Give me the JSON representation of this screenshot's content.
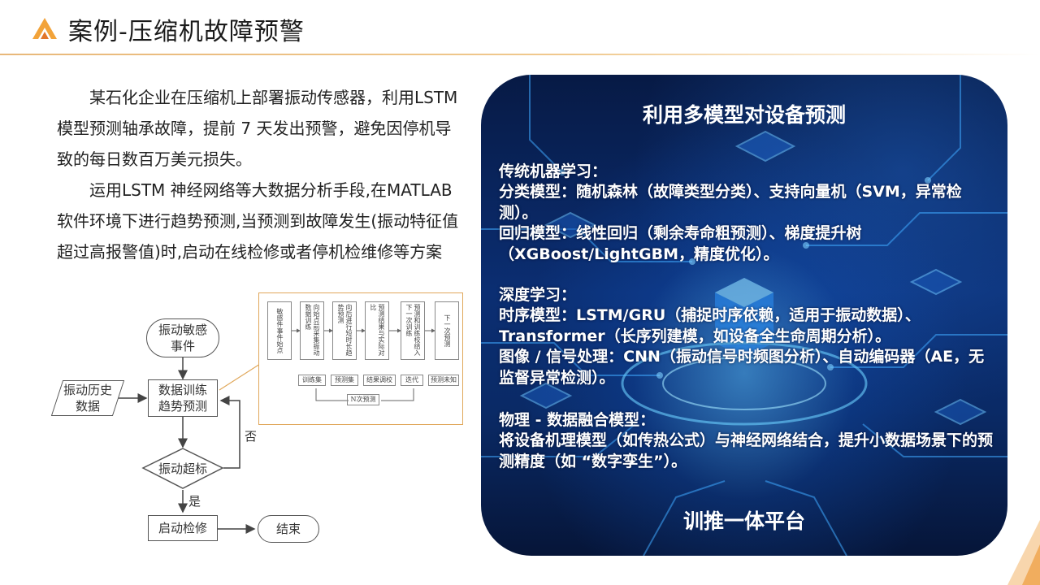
{
  "header": {
    "title": "案例-压缩机故障预警"
  },
  "left": {
    "paragraph1": "某石化企业在压缩机上部署振动传感器，利用LSTM 模型预测轴承故障，提前 7 天发出预警，避免因停机导致的每日数百万美元损失。",
    "paragraph2": "运用LSTM 神经网络等大数据分析手段,在MATLAB软件环境下进行趋势预测,当预测到故障发生(振动特征值超过高报警值)时,启动在线检修或者停机检维修等方案"
  },
  "flowchart": {
    "start": "振动敏感\n事件",
    "history": "振动历史\n数据",
    "train": "数据训练\n趋势预测",
    "decision": "振动超标",
    "no_label": "否",
    "yes_label": "是",
    "repair": "启动检修",
    "end": "结束"
  },
  "detail": {
    "steps": [
      "敏感件事件始点",
      "向始点前采集振动数据训练",
      "向后进行短时长趋势预测",
      "预测结果与实际对比",
      "预测和训练校结入下一次训练",
      "下一次预测"
    ],
    "tags": [
      "训练集",
      "预测集",
      "结果调校",
      "迭代",
      "预测未知"
    ],
    "loop": "N次预测"
  },
  "panel": {
    "title": "利用多模型对设备预测",
    "traditional_heading": "传统机器学习：",
    "traditional_line1": "分类模型：随机森林（故障类型分类）、支持向量机（SVM，异常检测）。",
    "traditional_line2": "回归模型：线性回归（剩余寿命粗预测）、梯度提升树（XGBoost/LightGBM，精度优化）。",
    "deep_heading": "深度学习：",
    "deep_line1": "时序模型：LSTM/GRU（捕捉时序依赖，适用于振动数据）、Transformer（长序列建模，如设备全生命周期分析）。",
    "deep_line2": "图像 / 信号处理：CNN（振动信号时频图分析）、自动编码器（AE，无监督异常检测）。",
    "physics_heading": "物理 - 数据融合模型：",
    "physics_line1": "将设备机理模型（如传热公式）与神经网络结合，提升小数据场景下的预测精度（如 “数字孪生”）。",
    "bottom": "训推一体平台"
  }
}
